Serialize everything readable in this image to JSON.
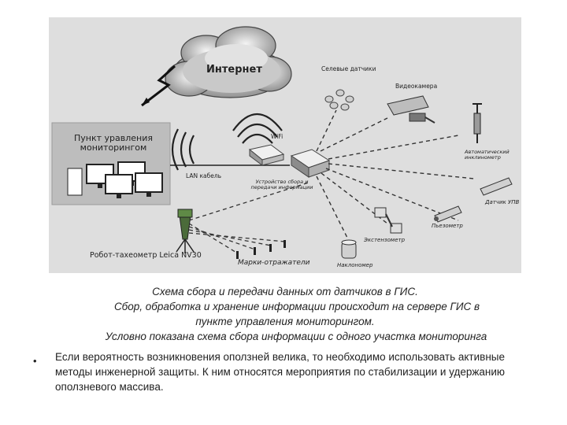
{
  "diagram": {
    "internet": "Интернет",
    "control_center": "Пункт уравления мониторингом",
    "landslide_sensors": "Селевые датчики",
    "video_camera": "Видеокамера",
    "wifi": "WiFi",
    "lan": "LAN кабель",
    "device": "Устройство сбора и передачи информации",
    "inclinometer": "Автоматический инклинометр",
    "upv_sensor": "Датчик УПВ",
    "piezometer": "Пьезометр",
    "extensometer": "Экстензометр",
    "tiltmeter": "Наклономер",
    "total_station": "Робот-тахеометр Leica NV30",
    "reflectors": "Марки-отражатели"
  },
  "caption": {
    "line1": "Схема сбора и передачи данных от датчиков в ГИС.",
    "line2": "Сбор, обработка и хранение информации происходит на сервере ГИС в",
    "line3": "пункте управления мониторингом.",
    "line4": "Условно показана схема сбора информации с одного участка мониторинга"
  },
  "bullet": {
    "marker": "•",
    "text": "Если вероятность возникновения оползней велика, то необходимо использовать активные методы инженерной защиты. К ним относятся мероприятия по стабилизации и удержанию оползневого массива."
  }
}
